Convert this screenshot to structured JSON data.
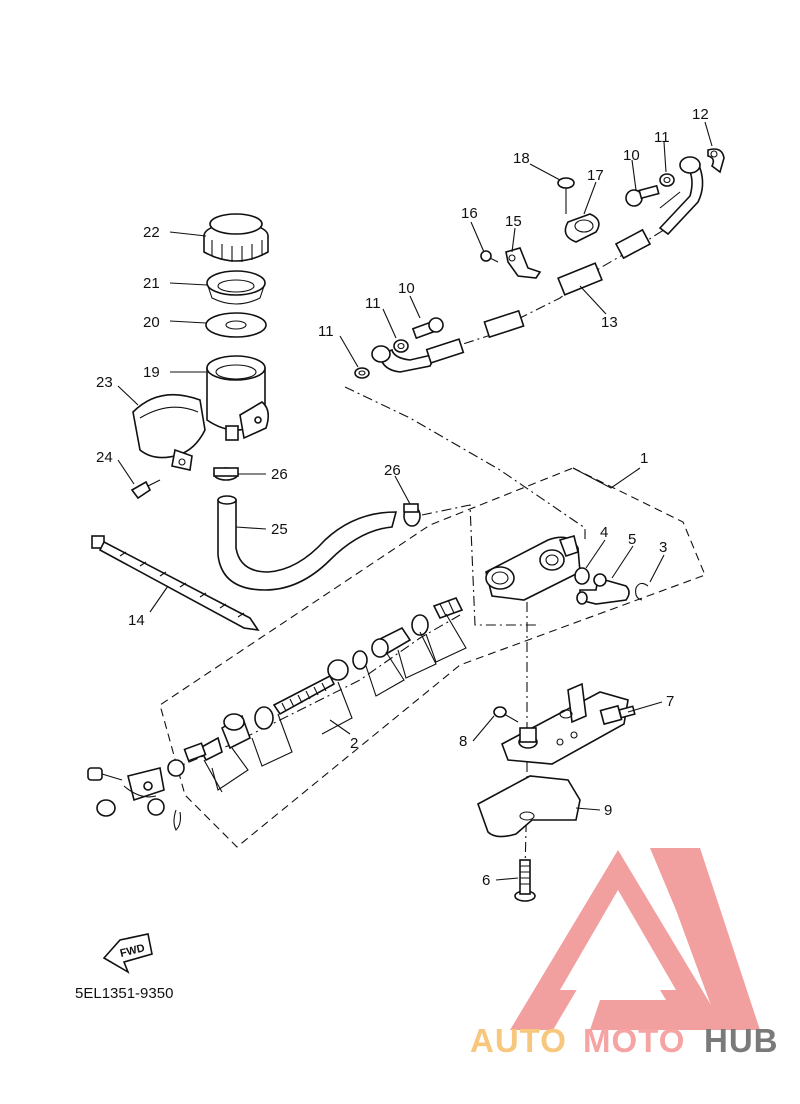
{
  "diagram": {
    "part_number": "5EL1351-9350",
    "direction_badge": "FWD",
    "callouts": [
      {
        "id": "c1",
        "label": "1"
      },
      {
        "id": "c2",
        "label": "2"
      },
      {
        "id": "c3",
        "label": "3"
      },
      {
        "id": "c4",
        "label": "4"
      },
      {
        "id": "c5",
        "label": "5"
      },
      {
        "id": "c6",
        "label": "6"
      },
      {
        "id": "c7",
        "label": "7"
      },
      {
        "id": "c8",
        "label": "8"
      },
      {
        "id": "c9",
        "label": "9"
      },
      {
        "id": "c10a",
        "label": "10"
      },
      {
        "id": "c10b",
        "label": "10"
      },
      {
        "id": "c11a",
        "label": "11"
      },
      {
        "id": "c11b",
        "label": "11"
      },
      {
        "id": "c11c",
        "label": "11"
      },
      {
        "id": "c12",
        "label": "12"
      },
      {
        "id": "c13",
        "label": "13"
      },
      {
        "id": "c14",
        "label": "14"
      },
      {
        "id": "c15",
        "label": "15"
      },
      {
        "id": "c16",
        "label": "16"
      },
      {
        "id": "c17",
        "label": "17"
      },
      {
        "id": "c18",
        "label": "18"
      },
      {
        "id": "c19",
        "label": "19"
      },
      {
        "id": "c20",
        "label": "20"
      },
      {
        "id": "c21",
        "label": "21"
      },
      {
        "id": "c22",
        "label": "22"
      },
      {
        "id": "c23",
        "label": "23"
      },
      {
        "id": "c24",
        "label": "24"
      },
      {
        "id": "c25",
        "label": "25"
      },
      {
        "id": "c26a",
        "label": "26"
      },
      {
        "id": "c26b",
        "label": "26"
      }
    ]
  },
  "watermark": {
    "word_1": "AUTO",
    "word_2": "MOTO",
    "word_3": "HUB",
    "colors": {
      "auto": "#f7c77e",
      "moto": "#f5a3a3",
      "hub": "#7a7a7a",
      "logo": "#f29a9a"
    }
  }
}
